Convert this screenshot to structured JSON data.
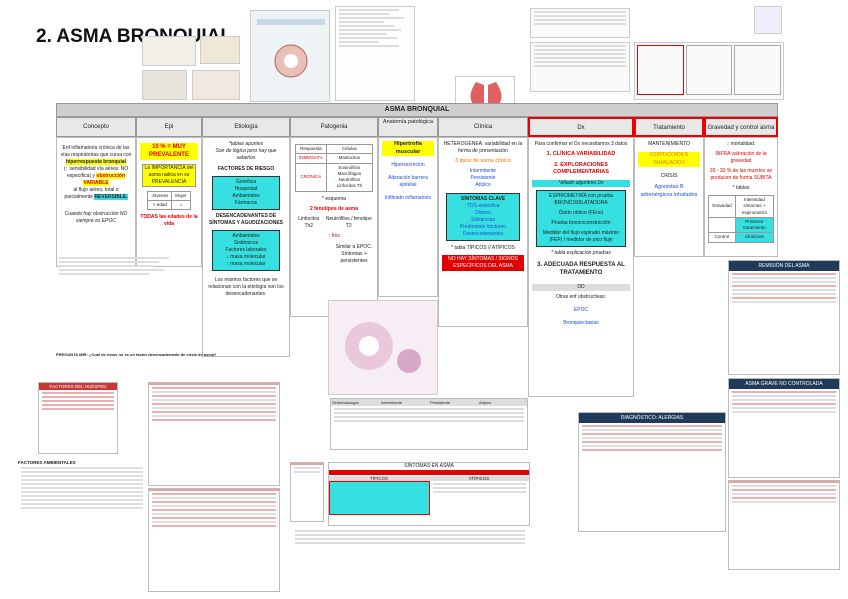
{
  "title": "2. ASMA BRONQUIAL",
  "banner": "ASMA BRONQUIAL",
  "columns": [
    "Concepto",
    "Epi",
    "Etiología",
    "Patogenia",
    "Anatomía patológica",
    "Clínica",
    "Dx",
    "Tratamiento",
    "Gravedad y control asma"
  ],
  "concepto": {
    "p1": "Enf inflamatoria crónica de las vías respiratorias que cursa con",
    "p1_hl": "hiperrespuesta bronquial",
    "p2": "(↑ sensibilidad vía aérea: NO específica) y",
    "p2_hl": "obstrucción VARIABLE",
    "p3": "al flujo aéreo, total o parcialmente",
    "p3_hl": "REVERSIBLE.",
    "p4": "Cuando hay obstrucción NO siempre es EPOC"
  },
  "epi": {
    "h": "10 % = MUY PREVALENTE",
    "box": "La IMPORTANCIA del asma radica en su PREVALENCIA",
    "t_h1": "Jóvenes",
    "t_h2": "Mujer",
    "t_r1": "> edad",
    "t_r2": "=",
    "foot": "TODAS las edades de la vida"
  },
  "etiologia": {
    "p1": "*tabias apuntes",
    "p2": "Son de lógica pero hay que saberlos",
    "h1": "FACTORES DE RIESGO",
    "b1": [
      "Genética",
      "Hospedad",
      "Ambientales",
      "Fármacos"
    ],
    "h2": "DESENCADENANTES DE SÍNTOMAS Y AGUDIZACIONES",
    "b2": [
      "Ambientales",
      "Sistémicos",
      "Factores laborales",
      "↓ masa molecular",
      "↑ masa molecular"
    ],
    "foot": "Los mismos factores que se relacionan con la etiología son los desencadenantes."
  },
  "patogenia": {
    "t": [
      "Respuesta",
      "Células",
      "INMEDIATA",
      "Mastocitos",
      "CRÓNICA",
      "Eosinófilos Macrófagos Neutrófilos Linfocitos Th"
    ],
    "s": "* esquema",
    "f": "2 fenotipos de asma",
    "l1": "Linfocitos Th2",
    "l2": "Neutrófilos / fenotipo T2",
    "fr": "↑ frec",
    "notes": "Similar a EPOC. Síntomas + persistentes"
  },
  "anatomia": {
    "h": "Hipertrofia muscular",
    "p1": "Hipersecreción",
    "p2": "Alteración barrera epitelial",
    "p3": "Infiltrado inflamatorio"
  },
  "clinica": {
    "p1": "HETEROGÉNEA: variabilidad en la forma de presentación",
    "p2": "3 tipos de asma clínico",
    "items": [
      "Intermitente",
      "Persistente",
      "Atípico"
    ],
    "sint": "SÍNTOMAS CLAVE",
    "sint_items": [
      "TOS episódica",
      "Disnea",
      "Sibilancias",
      "Predominio nocturno",
      "Desencadenantes"
    ],
    "p3": "* tabla TÍPICOS // ATÍPICOS",
    "p4": "NO HAY SÍNTOMAS / SIGNOS ESPECÍFICOS DEL ASMA"
  },
  "dx": {
    "p1": "Para confirmar el Dx necesitamos 3 datos",
    "n1": "1. CLÍNICA VARIABILIDAD",
    "n2": "2. EXPLORACIONES COMPLEMENTARIAS",
    "alg": "*añadir algoritmo Dx",
    "b1": "ESPIROMETRÍA con prueba BRONCODILATADORA",
    "b2": "Óxido nítrico (FEno)",
    "b3": "Prueba broncoconstricción",
    "b4": "Medidor del flujo espirado máximo (FEF) / medidor de pico flujo",
    "tab": "* tabla explicación pruebas",
    "n3": "3. ADECUADA RESPUESTA AL TRATAMIENTO",
    "dd": "DD",
    "dd2": "Otras enf obstructivas:",
    "epoc": "EPOC",
    "bronq": "Bronquiectasias"
  },
  "tratamiento": {
    "p1": "MANTENIMIENTO",
    "p2": "CORTICOIDES INHALADOS",
    "p3": "CRISIS",
    "p4": "Agonistas B adrenérgicos inhalados"
  },
  "gravedad": {
    "p1": "↓ mortalidad.",
    "p2": "INFRA valoración de la gravedad",
    "p3": "20 - 30 % de las muertes se producen de forma SÚBITA",
    "p4": "* tablas",
    "r1a": "Gravedad",
    "r1b": "Intensidad síntomas + espirometría",
    "r2b": "Protector tratamiento",
    "r3a": "Control",
    "r3b": "Síntomas"
  },
  "cards": {
    "remision": "REMISIÓN DEL ASMA",
    "grave": "ASMA GRAVE NO CONTROLADA",
    "alergias": "DIAGNÓSTICO: ALERGIAS",
    "sintomas": "SÍNTOMAS EN ASMA",
    "tipicos": "TÍPICOS",
    "atipicos": "ATÍPICOS",
    "fact_hosp": "FACTORES DEL HUÉSPED",
    "fact_amb": "FACTORES AMBIENTALES",
    "pregunta": "PREGUNTA MIR: ¿Cuál de estos no es un factor desencadenante de crisis de asma?"
  }
}
